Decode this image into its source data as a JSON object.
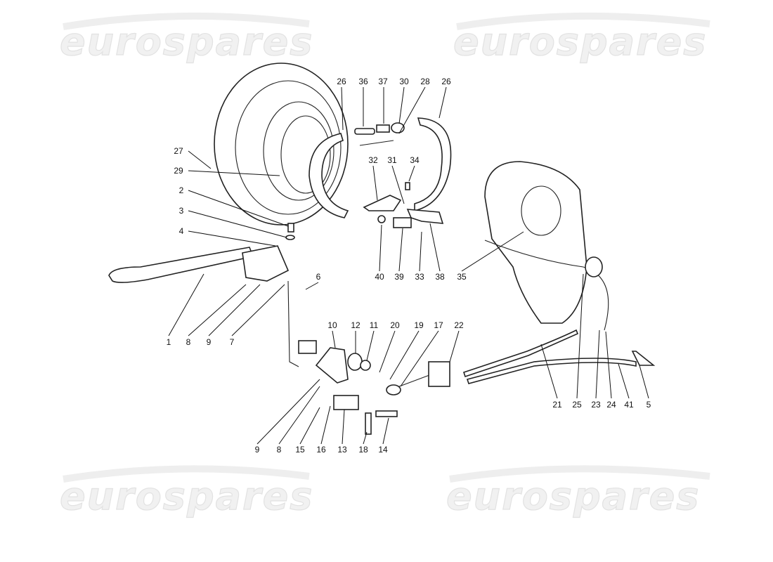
{
  "watermark": "eurospares",
  "labels": [
    "26",
    "36",
    "37",
    "30",
    "28",
    "26",
    "27",
    "29",
    "32",
    "31",
    "34",
    "2",
    "3",
    "4",
    "6",
    "40",
    "39",
    "33",
    "38",
    "35",
    "1",
    "8",
    "9",
    "7",
    "10",
    "12",
    "11",
    "20",
    "19",
    "17",
    "22",
    "21",
    "25",
    "23",
    "24",
    "41",
    "5",
    "9",
    "8",
    "15",
    "16",
    "13",
    "18",
    "14"
  ]
}
